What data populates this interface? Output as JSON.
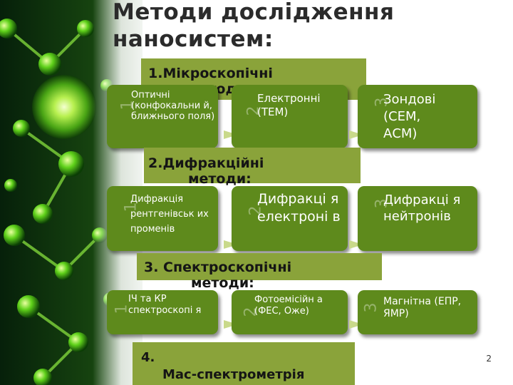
{
  "title_line1": "Методи дослідження",
  "title_line2": "наносистем:",
  "sections": [
    {
      "header_l1": "1.Мікроскопічні",
      "header_l2": "методи:",
      "items": [
        {
          "num": "1",
          "text": "Оптичні (конфокальни й, ближнього поля)"
        },
        {
          "num": "2",
          "text": "Електронні (ТЕМ)"
        },
        {
          "num": "3",
          "text": "Зондові (СЕМ, АСМ)"
        }
      ]
    },
    {
      "header_l1": "2.Дифракційні",
      "header_l2": "методи:",
      "items": [
        {
          "num": "1",
          "text": "Дифракція рентгенівськ их променів"
        },
        {
          "num": "2",
          "text": "Дифракці я електроні в"
        },
        {
          "num": "3",
          "text": "Дифракці я нейтронів"
        }
      ]
    },
    {
      "header_l1": "3. Спектроскопічні",
      "header_l2": "методи:",
      "items": [
        {
          "num": "1",
          "text": "ІЧ та КР спектроскопі я"
        },
        {
          "num": "2",
          "text": "Фотоемісійн а (ФЕС, Оже)"
        },
        {
          "num": "3",
          "text": "Магнітна (ЕПР, ЯМР)"
        }
      ]
    }
  ],
  "section4_l1": "4.",
  "section4_l2": "Мас-спектрометрія",
  "page_number": "2",
  "colors": {
    "box": "#5e8a1c",
    "header": "#8aa33a",
    "arrow": "#c9d98a"
  }
}
